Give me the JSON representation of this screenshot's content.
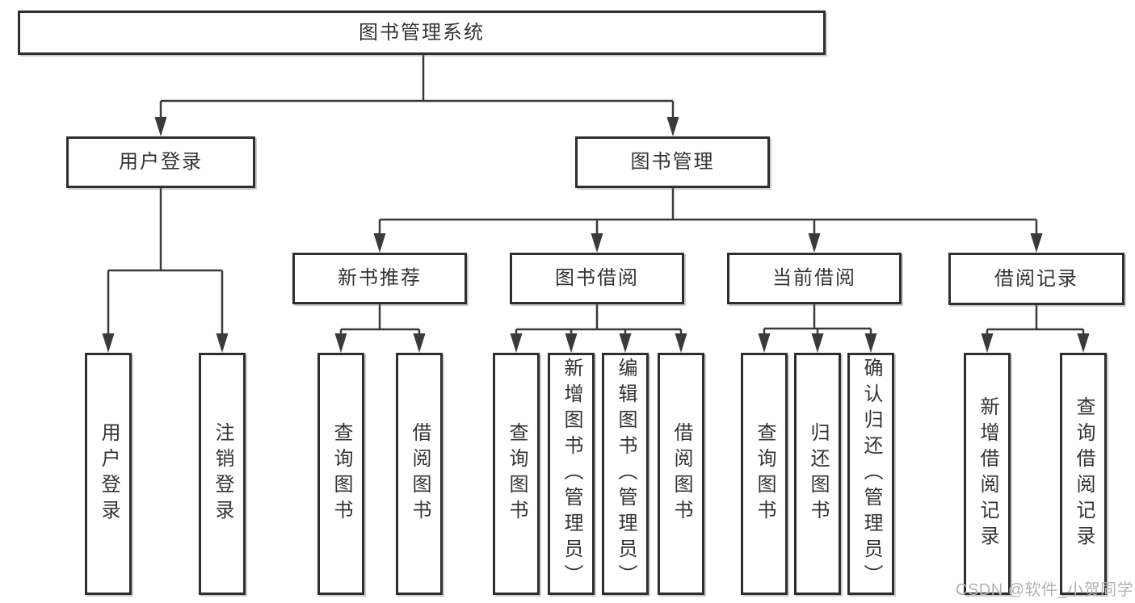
{
  "diagram": {
    "title": "图书管理系统",
    "level2": [
      {
        "label": "用户登录"
      },
      {
        "label": "图书管理"
      }
    ],
    "level3": [
      {
        "label": "新书推荐"
      },
      {
        "label": "图书借阅"
      },
      {
        "label": "当前借阅"
      },
      {
        "label": "借阅记录"
      }
    ],
    "leaves": [
      {
        "label": "用户登录"
      },
      {
        "label": "注销登录"
      },
      {
        "label": "查询图书"
      },
      {
        "label": "借阅图书"
      },
      {
        "label": "查询图书"
      },
      {
        "label": "新增图书（管理员）"
      },
      {
        "label": "编辑图书（管理员）"
      },
      {
        "label": "借阅图书"
      },
      {
        "label": "查询图书"
      },
      {
        "label": "归还图书"
      },
      {
        "label": "确认归还（管理员）"
      },
      {
        "label": "新增借阅记录"
      },
      {
        "label": "查询借阅记录"
      }
    ]
  },
  "watermark": "CSDN @软件_小贺同学",
  "colors": {
    "line": "#3a3a3a",
    "border": "#2e2e2e",
    "text": "#333333",
    "watermark": "#b3b3b3",
    "background": "#ffffff"
  }
}
